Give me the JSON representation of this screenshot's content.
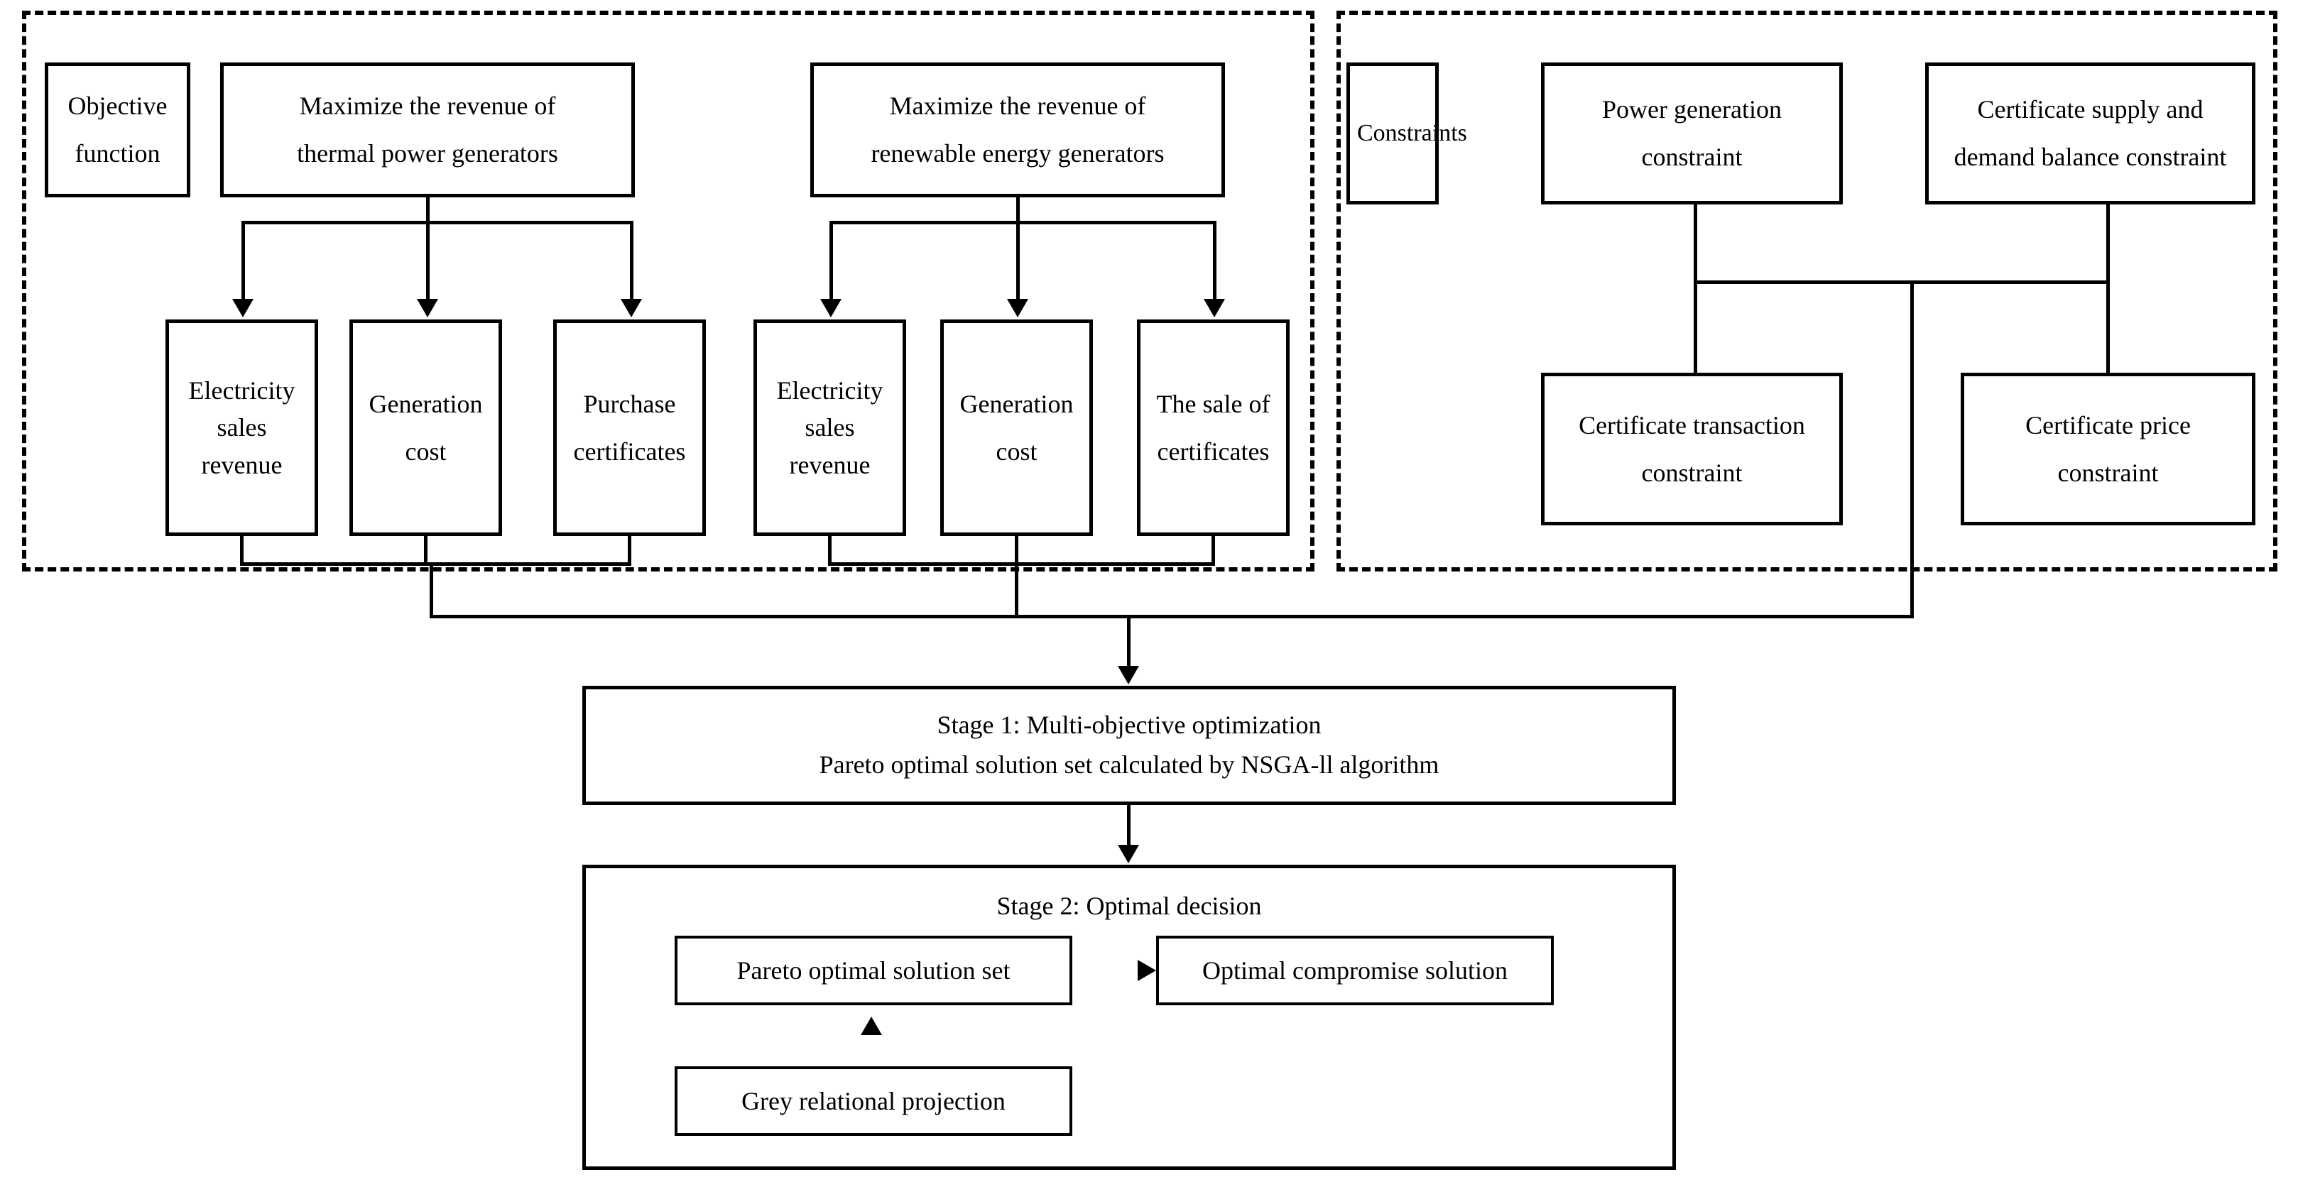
{
  "diagram": {
    "title": "Two-stage multi-objective optimization and decision framework",
    "line_color": "#000000",
    "background_color": "#ffffff"
  },
  "objective_group": {
    "label_box": {
      "line1": "Objective",
      "line2": "function"
    },
    "objectives": [
      {
        "id": "thermal",
        "line1": "Maximize the revenue of",
        "line2": "thermal power generators"
      },
      {
        "id": "renewable",
        "line1": "Maximize the revenue of",
        "line2": "renewable energy generators"
      }
    ],
    "thermal_terms": [
      {
        "line1": "Electricity",
        "line2": "sales",
        "line3": "revenue"
      },
      {
        "line1": "Generation",
        "line2": "cost",
        "line3": ""
      },
      {
        "line1": "Purchase",
        "line2": "certificates",
        "line3": ""
      }
    ],
    "renewable_terms": [
      {
        "line1": "Electricity",
        "line2": "sales",
        "line3": "revenue"
      },
      {
        "line1": "Generation",
        "line2": "cost",
        "line3": ""
      },
      {
        "line1": "The sale of",
        "line2": "certificates",
        "line3": ""
      }
    ]
  },
  "constraint_group": {
    "label_box": {
      "line1": "Constraints",
      "line2": ""
    },
    "top_constraints": [
      {
        "line1": "Power generation",
        "line2": "constraint"
      },
      {
        "line1": "Certificate supply and",
        "line2": "demand balance constraint"
      }
    ],
    "bottom_constraints": [
      {
        "line1": "Certificate transaction",
        "line2": "constraint"
      },
      {
        "line1": "Certificate price",
        "line2": "constraint"
      }
    ]
  },
  "stage1": {
    "line1": "Stage 1: Multi-objective optimization",
    "line2": "Pareto optimal solution set calculated by NSGA-ll algorithm"
  },
  "stage2": {
    "title": "Stage 2: Optimal decision",
    "pareto_set": "Pareto optimal solution set",
    "optimal_compromise": "Optimal compromise solution",
    "grey_projection": "Grey relational projection"
  }
}
